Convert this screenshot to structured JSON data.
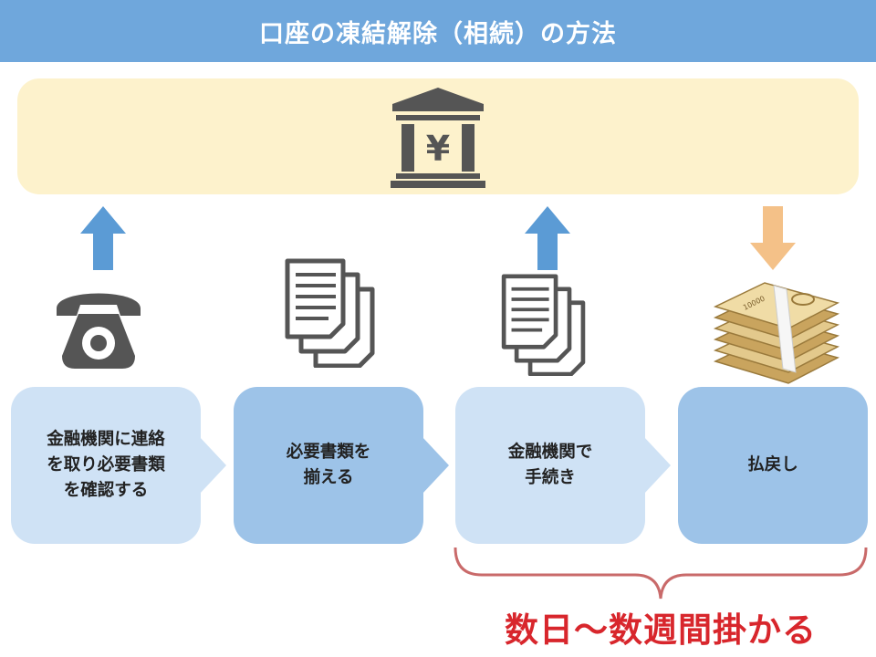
{
  "title": "口座の凍結解除（相続）の方法",
  "bank": {
    "icon": "bank-yen-icon",
    "symbol": "¥"
  },
  "colors": {
    "title_bar": "#6fa7dc",
    "bank_band": "#fdf2cc",
    "arrow_up": "#5b9bd5",
    "arrow_down": "#f4c188",
    "step_light": "#cfe2f5",
    "step_mid": "#9dc3e8",
    "brace": "#c96a6a",
    "duration_text": "#d8262c"
  },
  "steps": [
    {
      "label": "金融機関に連絡\nを取り必要書類\nを確認する",
      "icon": "telephone-icon",
      "arrow": "up"
    },
    {
      "label": "必要書類を\n揃える",
      "icon": "documents-icon",
      "arrow": "none"
    },
    {
      "label": "金融機関で\n手続き",
      "icon": "documents-icon",
      "arrow": "up"
    },
    {
      "label": "払戻し",
      "icon": "money-stack-icon",
      "arrow": "down"
    }
  ],
  "money_label": "10000",
  "duration": "数日〜数週間掛かる"
}
